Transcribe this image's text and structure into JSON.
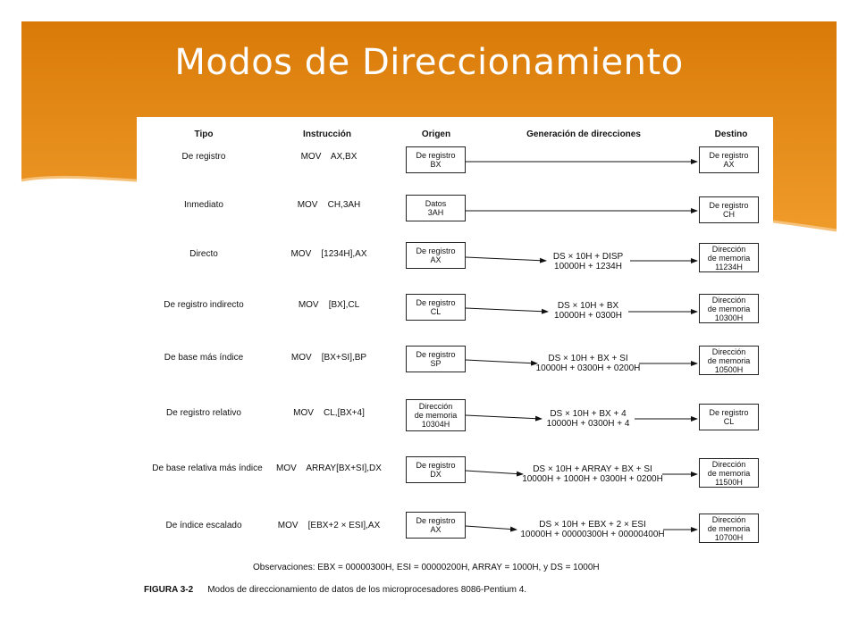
{
  "slide": {
    "title": "Modos de Direccionamiento",
    "accent_color": "#E07E0A",
    "accent_light": "#F2A83A"
  },
  "table": {
    "headers": {
      "tipo": "Tipo",
      "instruccion": "Instrucción",
      "origen": "Origen",
      "generacion": "Generación de direcciones",
      "destino": "Destino"
    },
    "rows": [
      {
        "tipo": "De registro",
        "instruccion": "MOV    AX,BX",
        "origen": "De registro\nBX",
        "calc": "",
        "destino": "De registro\nAX"
      },
      {
        "tipo": "Inmediato",
        "instruccion": "MOV    CH,3AH",
        "origen": "Datos\n3AH",
        "calc": "",
        "destino": "De registro\nCH"
      },
      {
        "tipo": "Directo",
        "instruccion": "MOV    [1234H],AX",
        "origen": "De registro\nAX",
        "calc": "DS × 10H + DISP\n10000H + 1234H",
        "destino": "Dirección\nde memoria\n11234H"
      },
      {
        "tipo": "De registro indirecto",
        "instruccion": "MOV    [BX],CL",
        "origen": "De registro\nCL",
        "calc": "DS × 10H + BX\n10000H + 0300H",
        "destino": "Dirección\nde memoria\n10300H"
      },
      {
        "tipo": "De base más índice",
        "instruccion": "MOV    [BX+SI],BP",
        "origen": "De registro\nSP",
        "calc": "DS × 10H + BX + SI\n10000H + 0300H + 0200H",
        "destino": "Dirección\nde memoria\n10500H"
      },
      {
        "tipo": "De registro relativo",
        "instruccion": "MOV    CL,[BX+4]",
        "origen": "Dirección\nde memoria\n10304H",
        "calc": "DS × 10H + BX + 4\n10000H + 0300H + 4",
        "destino": "De registro\nCL"
      },
      {
        "tipo": "De base relativa más índice",
        "instruccion": "MOV    ARRAY[BX+SI],DX",
        "origen": "De registro\nDX",
        "calc": "DS × 10H + ARRAY + BX + SI\n10000H + 1000H + 0300H + 0200H",
        "destino": "Dirección\nde memoria\n11500H"
      },
      {
        "tipo": "De índice escalado",
        "instruccion": "MOV    [EBX+2 × ESI],AX",
        "origen": "De registro\nAX",
        "calc": "DS × 10H + EBX + 2 × ESI\n10000H + 00000300H + 00000400H",
        "destino": "Dirección\nde memoria\n10700H"
      }
    ]
  },
  "observaciones": "Observaciones: EBX = 00000300H, ESI = 00000200H, ARRAY = 1000H, y  DS = 1000H",
  "caption": {
    "label": "FIGURA 3-2",
    "text": "Modos de direccionamiento de datos de los microprocesadores 8086-Pentium 4."
  }
}
